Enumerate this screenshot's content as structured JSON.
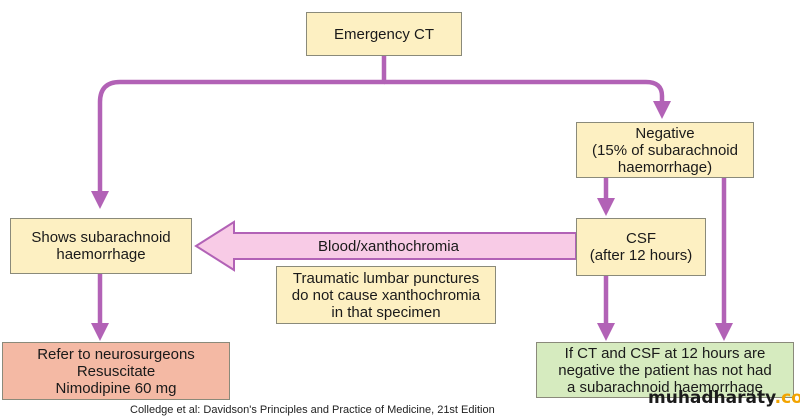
{
  "nodes": {
    "emergency_ct": {
      "lines": [
        "Emergency CT"
      ]
    },
    "negative": {
      "lines": [
        "Negative",
        "(15% of subarachnoid",
        "haemorrhage)"
      ]
    },
    "shows_sah": {
      "lines": [
        "Shows subarachnoid",
        "haemorrhage"
      ]
    },
    "csf": {
      "lines": [
        "CSF",
        "(after 12 hours)"
      ]
    },
    "traumatic": {
      "lines": [
        "Traumatic lumbar punctures",
        "do not cause xanthochromia",
        "in that specimen"
      ]
    },
    "refer": {
      "lines": [
        "Refer to neurosurgeons",
        "Resuscitate",
        "Nimodipine 60 mg"
      ]
    },
    "ct_csf_negative": {
      "lines": [
        "If CT and CSF at 12 hours are",
        "negative the patient has not had",
        "a subarachnoid haemorrhage"
      ]
    }
  },
  "edge_label": "Blood/xanthochromia",
  "caption": "Colledge et al: Davidson's Principles and Practice of Medicine, 21st Edition",
  "watermark": {
    "part1": "muhadharaty",
    "part2": ".com"
  },
  "colors": {
    "arrow": "#b262b6",
    "big_arrow_fill": "#f8cbe6",
    "yellow_box": "#fdf0c2",
    "salmon_box": "#f4b9a4",
    "green_box": "#d6ebbf"
  }
}
